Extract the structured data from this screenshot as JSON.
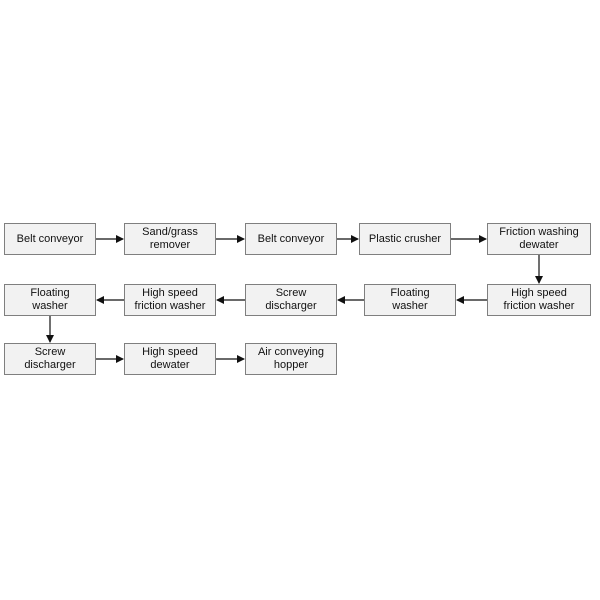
{
  "flow": {
    "nodes": [
      {
        "label": "Belt conveyor"
      },
      {
        "label": "Sand/grass\nremover"
      },
      {
        "label": "Belt conveyor"
      },
      {
        "label": "Plastic crusher"
      },
      {
        "label": "Friction washing\ndewater"
      },
      {
        "label": "High speed\nfriction washer"
      },
      {
        "label": "Floating\nwasher"
      },
      {
        "label": "Screw\ndischarger"
      },
      {
        "label": "High speed\nfriction washer"
      },
      {
        "label": "Floating\nwasher"
      },
      {
        "label": "Screw\ndischarger"
      },
      {
        "label": "High speed\ndewater"
      },
      {
        "label": "Air conveying\nhopper"
      }
    ],
    "edges": [
      {
        "from": 0,
        "to": 1
      },
      {
        "from": 1,
        "to": 2
      },
      {
        "from": 2,
        "to": 3
      },
      {
        "from": 3,
        "to": 4
      },
      {
        "from": 4,
        "to": 5
      },
      {
        "from": 5,
        "to": 6
      },
      {
        "from": 6,
        "to": 7
      },
      {
        "from": 7,
        "to": 8
      },
      {
        "from": 8,
        "to": 9
      },
      {
        "from": 9,
        "to": 10
      },
      {
        "from": 10,
        "to": 11
      },
      {
        "from": 11,
        "to": 12
      }
    ]
  }
}
